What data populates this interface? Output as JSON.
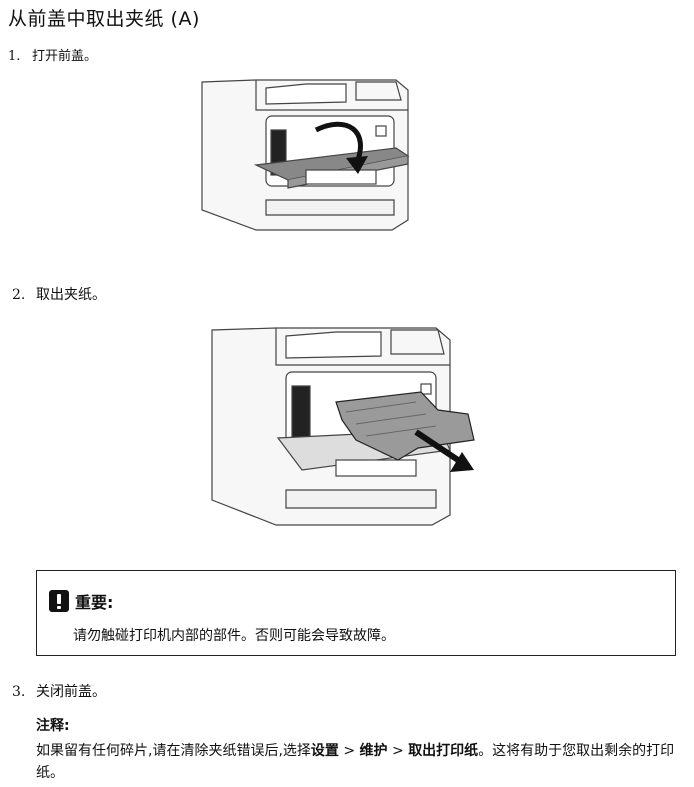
{
  "page_title": "从前盖中取出夹纸 (A)",
  "steps": [
    {
      "num": "1.",
      "text": "打开前盖。"
    },
    {
      "num": "2.",
      "text": "取出夹纸。"
    },
    {
      "num": "3.",
      "text": "关闭前盖。"
    }
  ],
  "important": {
    "heading": "重要:",
    "text": "请勿触碰打印机内部的部件。否则可能会导致故障。"
  },
  "note": {
    "heading": "注释:",
    "text_before": "如果留有任何碎片,请在清除夹纸错误后,选择",
    "settings": "设置",
    "sep1": " > ",
    "maintenance": "维护",
    "sep2": " > ",
    "remove_paper": "取出打印纸",
    "text_after": "。这将有助于您取出剩余的打印纸。"
  }
}
